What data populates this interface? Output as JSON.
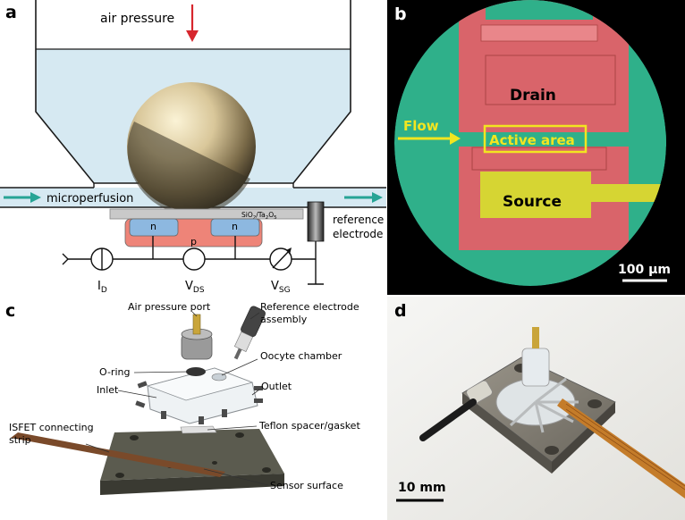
{
  "panels": {
    "a": {
      "letter": "a",
      "air_pressure": "air pressure",
      "microperfusion": "microperfusion",
      "oxide_main": "SiO",
      "oxide_sub1": "2",
      "oxide_sep": "/Ta",
      "oxide_sub2": "2",
      "oxide_end": "O",
      "oxide_sub3": "5",
      "n_left": "n",
      "p_region": "p",
      "n_right": "n",
      "reference_line1": "reference",
      "reference_line2": "electrode",
      "id_main": "I",
      "id_sub": "D",
      "vds_main": "V",
      "vds_sub": "DS",
      "vsg_main": "V",
      "vsg_sub": "SG"
    },
    "b": {
      "letter": "b",
      "drain": "Drain",
      "flow": "Flow",
      "active_area": "Active area",
      "source": "Source",
      "scale_bar": "100 µm"
    },
    "c": {
      "letter": "c",
      "air_pressure_port": "Air pressure port",
      "reference_line1": "Reference electrode",
      "reference_line2": "assembly",
      "o_ring": "O-ring",
      "oocyte_chamber": "Oocyte chamber",
      "inlet": "Inlet",
      "outlet": "Outlet",
      "teflon": "Teflon spacer/gasket",
      "isfet_line1": "ISFET connecting",
      "isfet_line2": "strip",
      "sensor_surface": "Sensor surface"
    },
    "d": {
      "letter": "d",
      "scale_bar": "10 mm"
    }
  },
  "colors": {
    "arrow_red": "#d7262d",
    "chamber_blue": "#d6e9f2",
    "flow_teal": "#27a495",
    "p_region": "#ee8478",
    "n_region": "#8db8e0",
    "micro_black": "#000000",
    "micro_green": "#2fb08a",
    "micro_pink": "#d9646a",
    "micro_yellow": "#d6d533",
    "flow_yellow": "#f2e520"
  }
}
